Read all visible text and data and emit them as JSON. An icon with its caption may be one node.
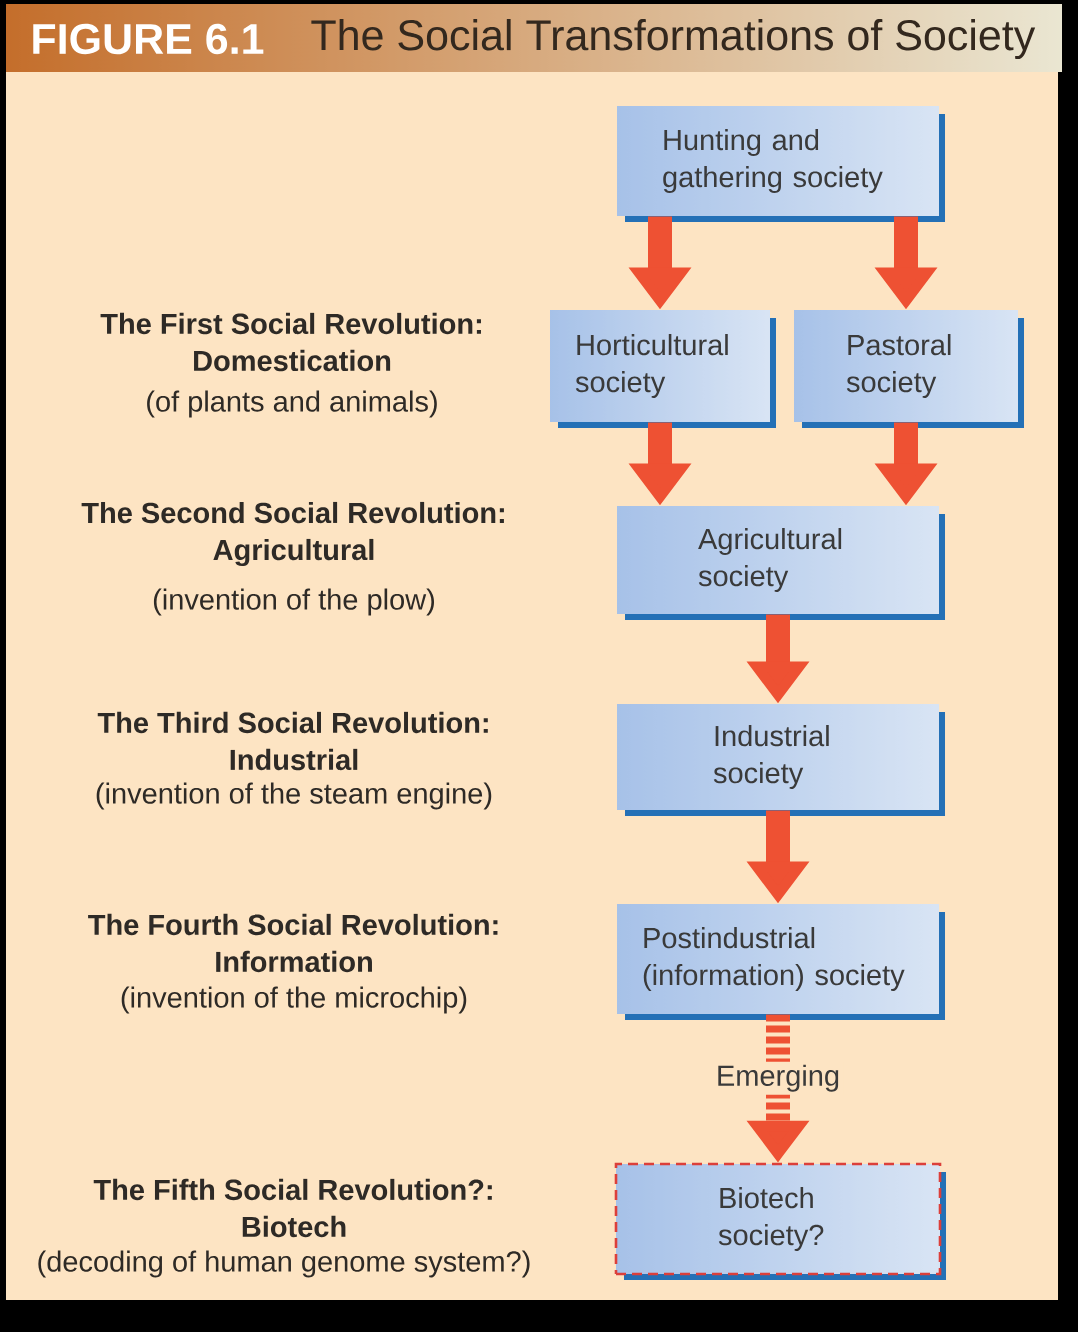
{
  "diagram": {
    "title": "The Social Transformations of Society",
    "nodes": [
      {
        "text": [
          "Hunting and gathering society"
        ]
      },
      {
        "text": [
          "Horticultural society"
        ]
      },
      {
        "text": [
          "Pastoral society"
        ]
      },
      {
        "text": [
          "Agricultural society"
        ]
      },
      {
        "text": [
          "Industrial society"
        ]
      },
      {
        "text": [
          "Postindustrial (information) society"
        ]
      },
      {
        "text": [
          "Biotech society?"
        ]
      }
    ],
    "edges": [
      {
        "from": 0,
        "to": 1,
        "arrow": "to"
      },
      {
        "from": 0,
        "to": 2,
        "arrow": "to"
      },
      {
        "from": 1,
        "to": 3,
        "arrow": "to"
      },
      {
        "from": 2,
        "to": 3,
        "arrow": "to"
      },
      {
        "from": 3,
        "to": 4,
        "arrow": "to"
      },
      {
        "from": 4,
        "to": 5,
        "arrow": "to"
      },
      {
        "from": 5,
        "to": 6,
        "arrow": "to",
        "label": "Emerging",
        "style": "dashed"
      }
    ],
    "labels": [
      "FIGURE 6.1",
      "The First Social Revolution: Domestication",
      "(of plants and animals)",
      "The Second Social Revolution: Agricultural",
      "(invention of the plow)",
      "The Third Social Revolution: Industrial",
      "(invention of the steam engine)",
      "The Fourth Social Revolution: Information",
      "(invention of the microchip)",
      "The Fifth Social Revolution?: Biotech",
      "(decoding of human genome system?)"
    ]
  }
}
